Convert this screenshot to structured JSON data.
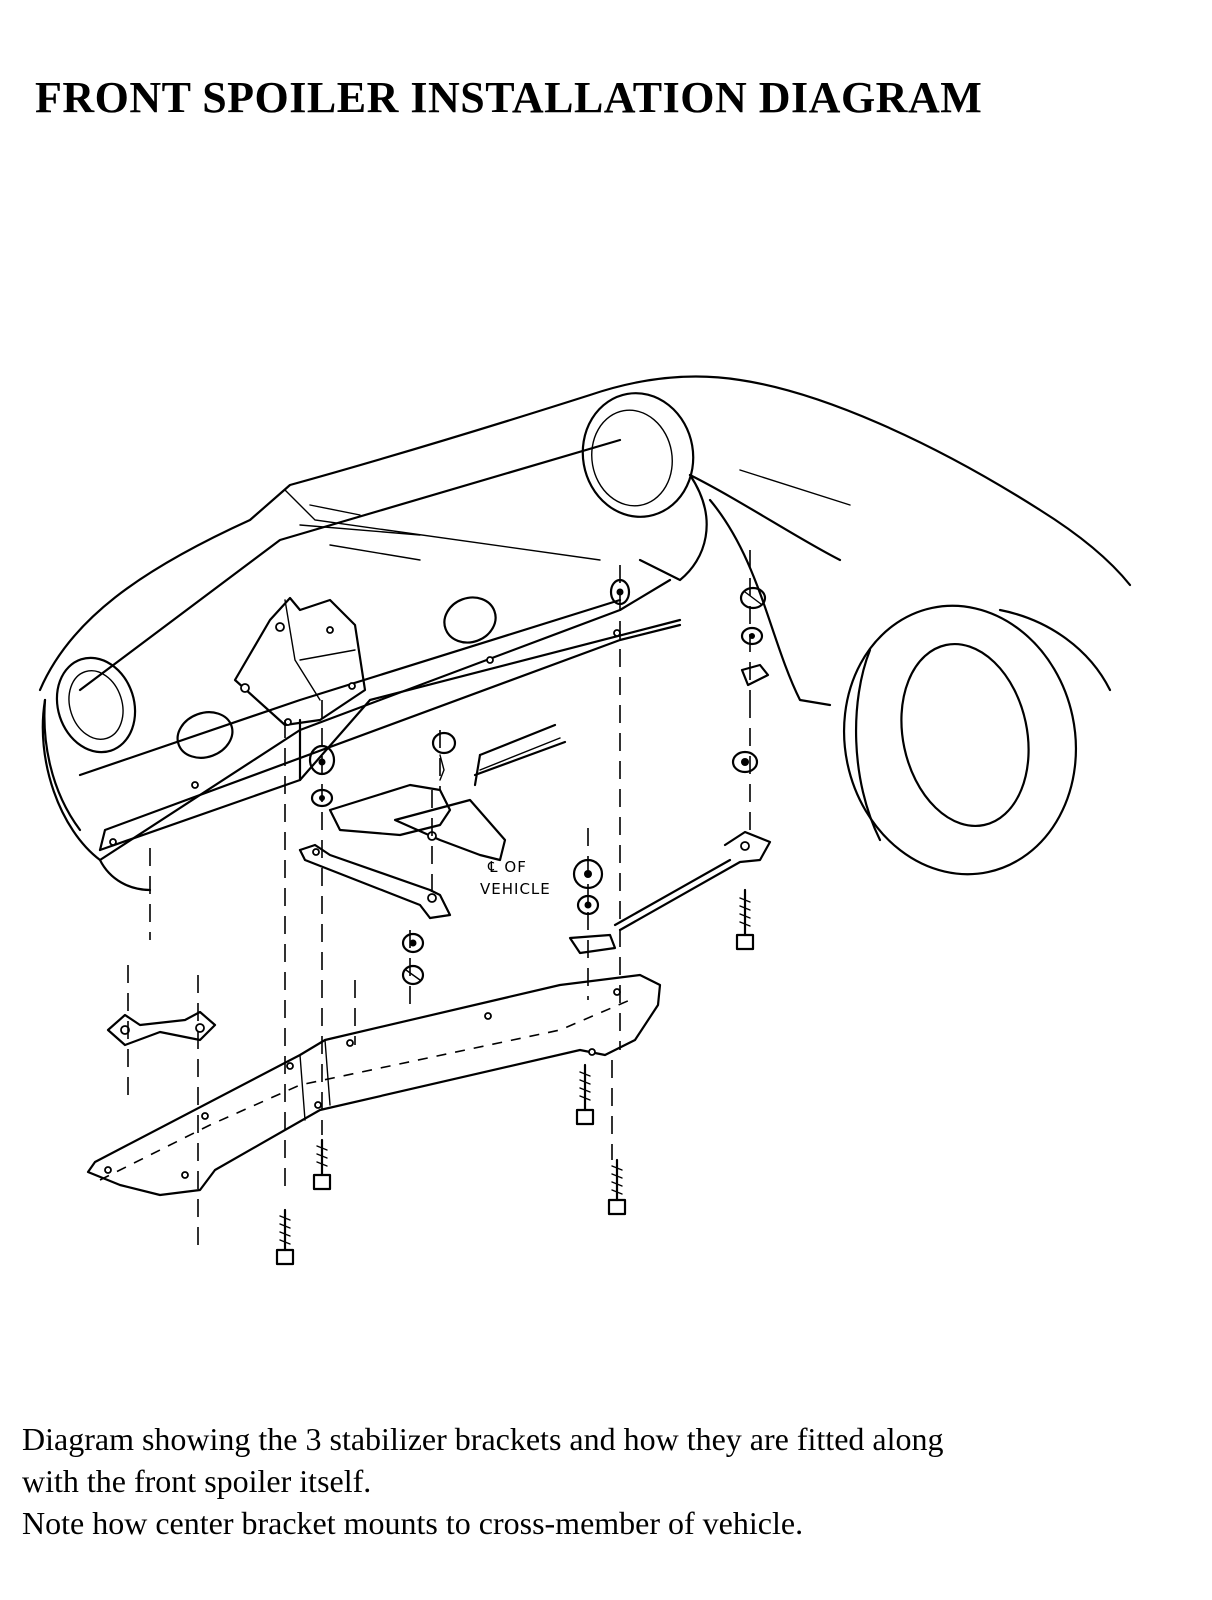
{
  "title": "FRONT SPOILER INSTALLATION DIAGRAM",
  "diagram": {
    "centerline_label_line1": "℄ OF",
    "centerline_label_line2": "VEHICLE"
  },
  "caption": {
    "line1": "Diagram showing the 3 stabilizer brackets and how they are fitted along",
    "line2": "with the front spoiler itself.",
    "line3": "Note how center bracket mounts to cross-member of vehicle."
  }
}
